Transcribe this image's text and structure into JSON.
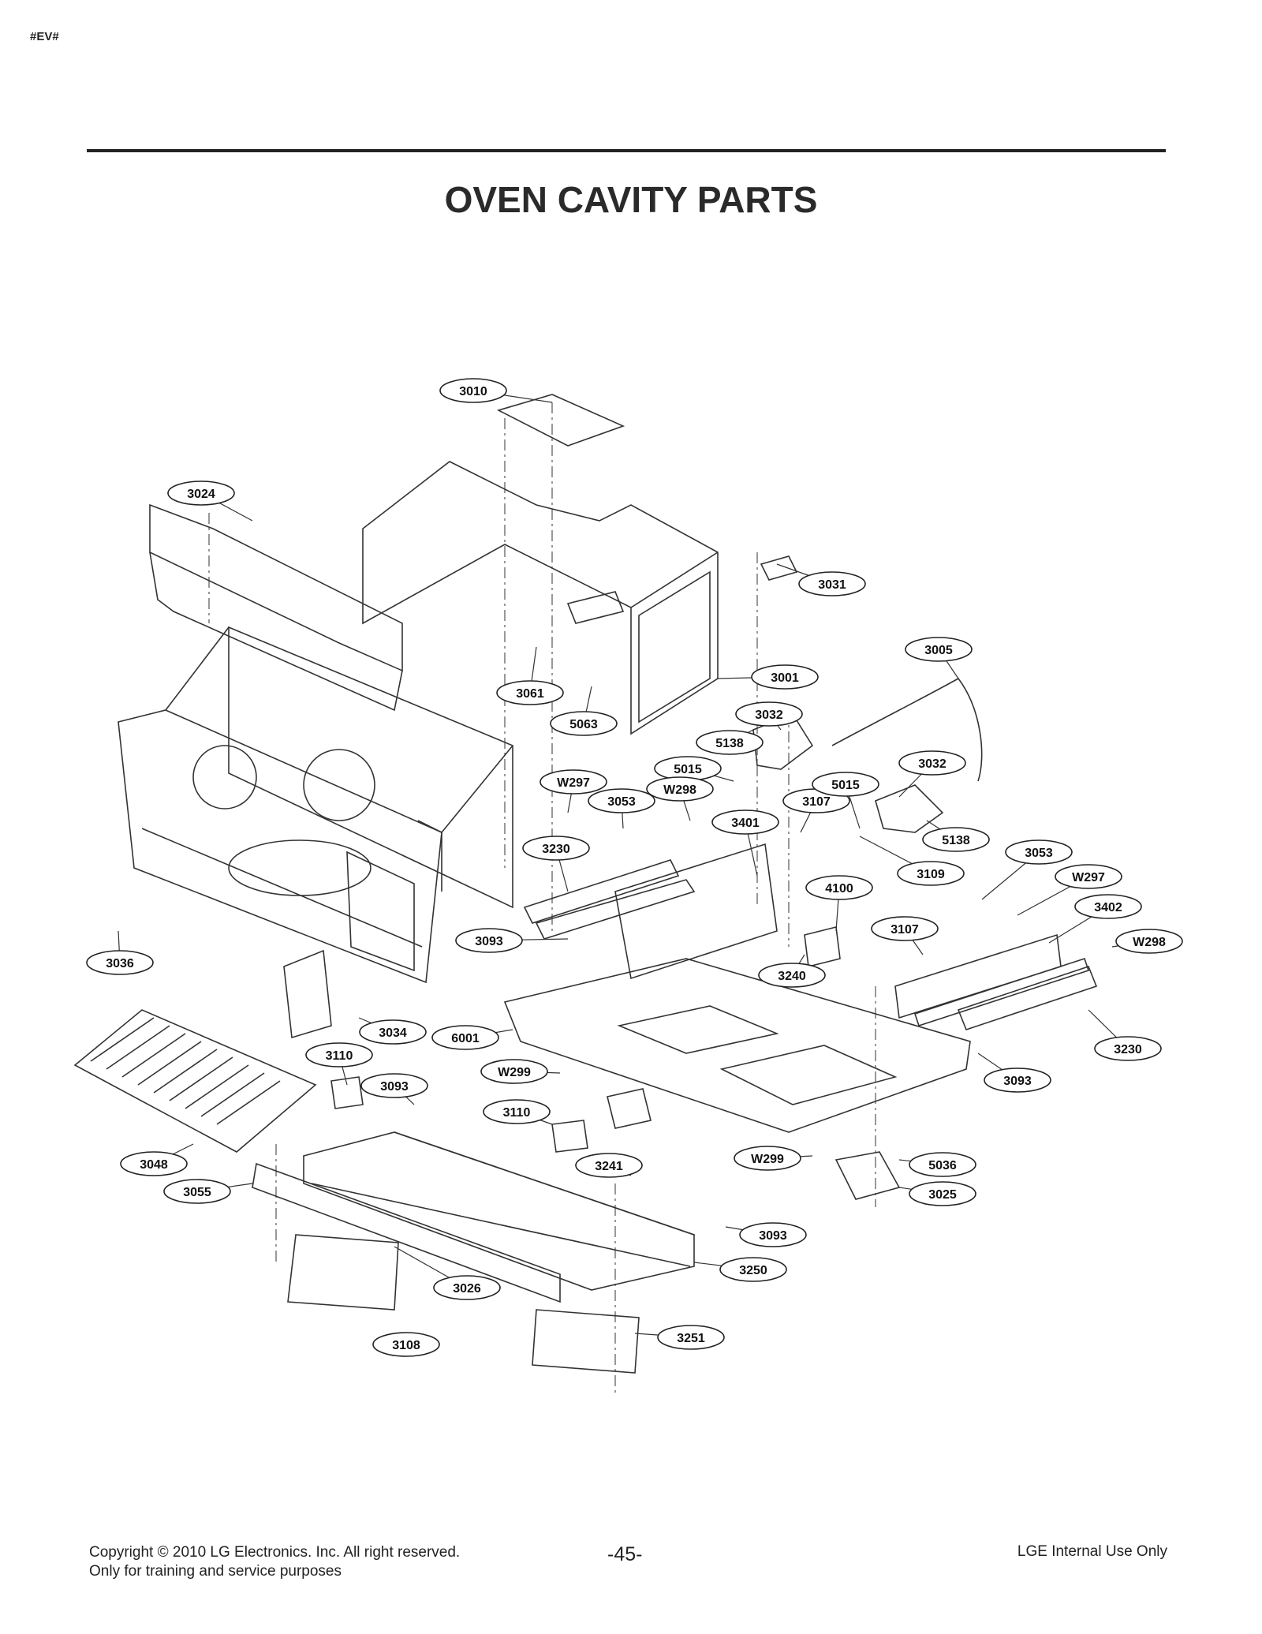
{
  "header": {
    "mark": "#EV#",
    "title": "OVEN CAVITY PARTS"
  },
  "callouts": [
    "3010",
    "3024",
    "3031",
    "3005",
    "3001",
    "3061",
    "5063",
    "3032",
    "5138",
    "5015",
    "W297",
    "3053",
    "W298",
    "3401",
    "3107",
    "5015",
    "3032",
    "3230",
    "5138",
    "3053",
    "3109",
    "W297",
    "4100",
    "3402",
    "3093",
    "3107",
    "W298",
    "3036",
    "3240",
    "3034",
    "6001",
    "3230",
    "3110",
    "W299",
    "3093",
    "3093",
    "3110",
    "3048",
    "W299",
    "5036",
    "3241",
    "3055",
    "3025",
    "3093",
    "3250",
    "3026",
    "3251",
    "3108"
  ],
  "footer": {
    "copyright": "Copyright © 2010 LG Electronics. Inc. All right reserved.",
    "note": "Only for training and service purposes",
    "page": "-45-",
    "right": "LGE Internal Use Only"
  }
}
